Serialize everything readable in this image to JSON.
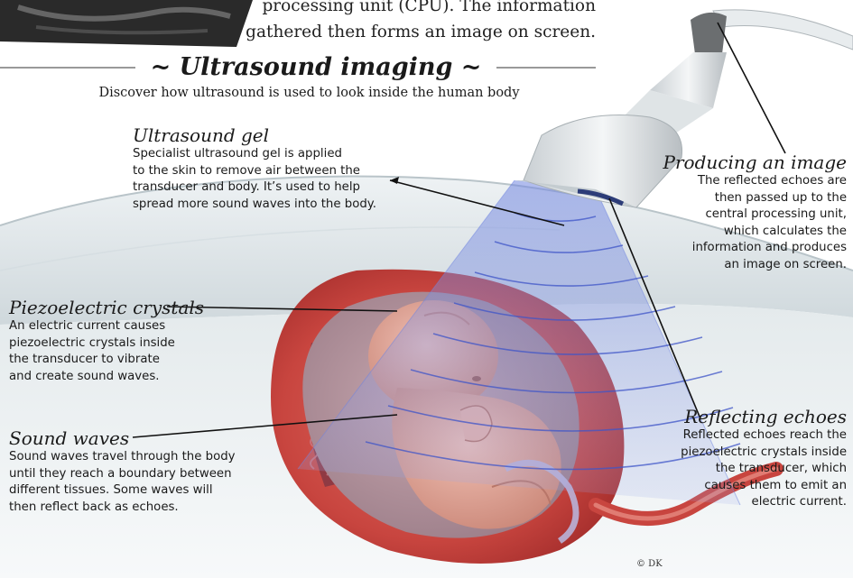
{
  "intro": {
    "text_lines": "processing unit (CPU). The information\ngathered then forms an image on screen."
  },
  "title": "Ultrasound imaging",
  "subtitle": "Discover how ultrasound is used to look inside the human body",
  "labels": {
    "gel": {
      "heading": "Ultrasound gel",
      "body": "Specialist ultrasound gel is applied\nto the skin to remove air between the\ntransducer and body. It’s used to help\nspread more sound waves into the body."
    },
    "producing": {
      "heading": "Producing an image",
      "body": "The reflected echoes are\nthen passed up to the\ncentral processing unit,\nwhich calculates the\ninformation and produces\nan image on screen."
    },
    "crystals": {
      "heading": "Piezoelectric crystals",
      "body": "An electric current causes\npiezoelectric crystals inside\nthe transducer to vibrate\nand create sound waves."
    },
    "waves": {
      "heading": "Sound waves",
      "body": "Sound waves travel through the body\nuntil they reach a boundary between\ndifferent tissues. Some waves will\nthen reflect back as echoes."
    },
    "echoes": {
      "heading": "Reflecting echoes",
      "body": "Reflected echoes reach the\npiezoelectric crystals inside\nthe transducer, which\ncauses them to emit an\nelectric current."
    }
  },
  "credit": "© DK",
  "colors": {
    "uterus": "#c8453f",
    "beam": "#7d8fe0",
    "fetus": "#e2a49a",
    "skin": "#dfe5e8",
    "leader": "#111111"
  }
}
